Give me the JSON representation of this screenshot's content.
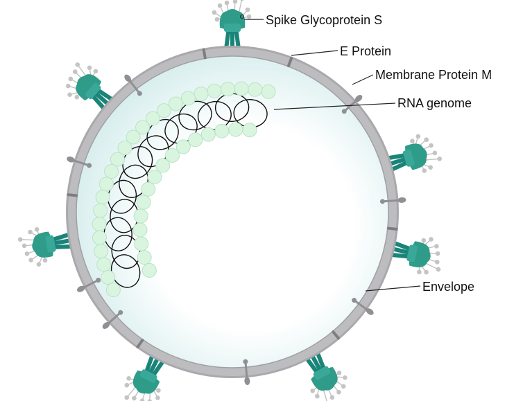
{
  "labels": {
    "spike": "Spike Glycoprotein S",
    "e_protein": "E Protein",
    "m_protein": "Membrane Protein M",
    "rna": "RNA genome",
    "envelope": "Envelope"
  },
  "colors": {
    "spike": "#2f9c8a",
    "spike_dark": "#1a8478",
    "glycan": "#c4c4c4",
    "membrane": "#b4b4b8",
    "membrane_protein": "#8f8f94",
    "nucleocapsid": "#d9f5e0",
    "interior_edge": "#d4ecec"
  }
}
